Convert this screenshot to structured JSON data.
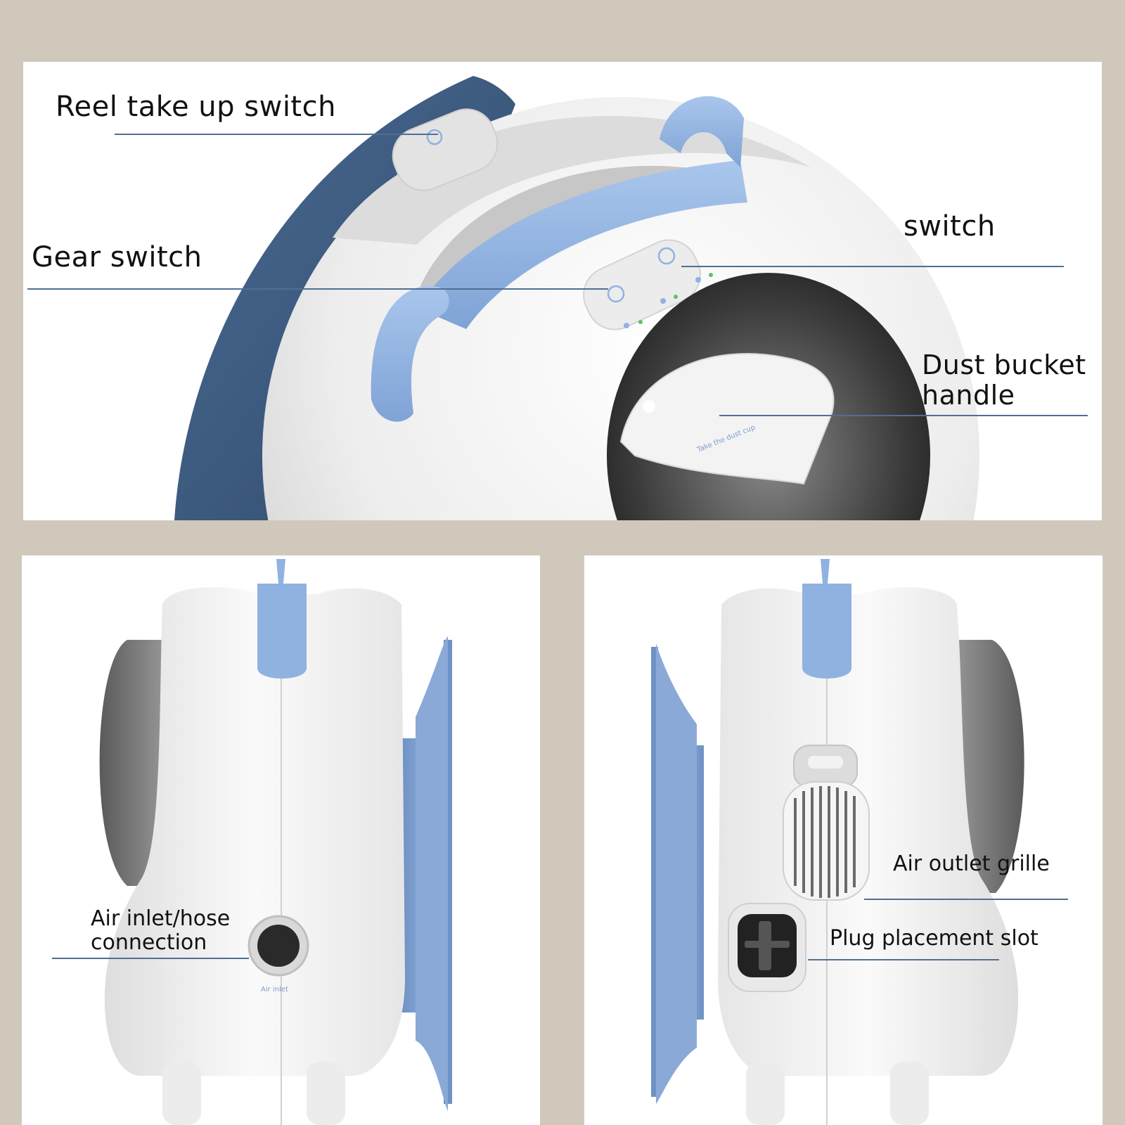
{
  "top_view": {
    "labels": {
      "reel_take_up_switch": "Reel take up switch",
      "gear_switch": "Gear switch",
      "switch": "switch",
      "dust_bucket_handle_line1": "Dust bucket",
      "dust_bucket_handle_line2": "handle"
    },
    "embossed_text": "Take the dust cup"
  },
  "left_view": {
    "labels": {
      "air_inlet_line1": "Air inlet/hose",
      "air_inlet_line2": "connection"
    },
    "embossed_text": "Air inlet"
  },
  "right_view": {
    "labels": {
      "air_outlet_grille": "Air outlet grille",
      "plug_placement_slot": "Plug placement slot"
    }
  },
  "colors": {
    "background": "#d1c8bc",
    "panel": "#ffffff",
    "accent_blue": "#8fb2e0",
    "navy_disc": "#3c5678",
    "body_white": "#f2f2f2",
    "leader_line": "#4f6f92"
  }
}
